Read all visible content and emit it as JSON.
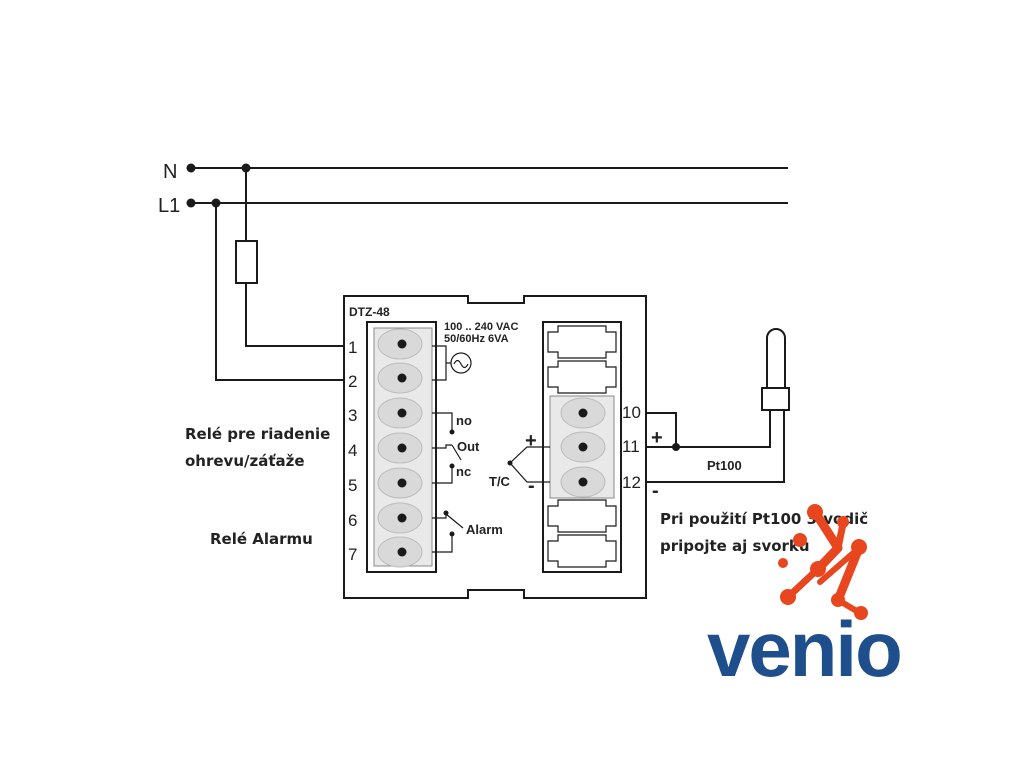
{
  "lines": {
    "n_label": "N",
    "l1_label": "L1"
  },
  "device": {
    "model": "DTZ-48",
    "supply_line1": "100 .. 240 VAC",
    "supply_line2": "50/60Hz 6VA",
    "left_terminals": [
      "1",
      "2",
      "3",
      "4",
      "5",
      "6",
      "7"
    ],
    "right_terminals": [
      "10",
      "11",
      "12"
    ],
    "relay_no": "no",
    "relay_out": "Out",
    "relay_nc": "nc",
    "alarm": "Alarm",
    "tc_label": "T/C",
    "tc_plus": "+",
    "tc_minus": "-",
    "sensor_plus": "+",
    "sensor_minus": "-"
  },
  "sensor": {
    "label": "Pt100"
  },
  "notes": {
    "relay_heating_line1": "Relé pre riadenie",
    "relay_heating_line2": "ohrevu/záťaže",
    "relay_alarm": "Relé Alarmu",
    "pt100_line1": "Pri použití Pt100 3-vodič",
    "pt100_line2": "pripojte aj svorku"
  },
  "logo": {
    "text": "venio",
    "text_color": "#1f4e8c",
    "accent_color": "#e8461f"
  }
}
